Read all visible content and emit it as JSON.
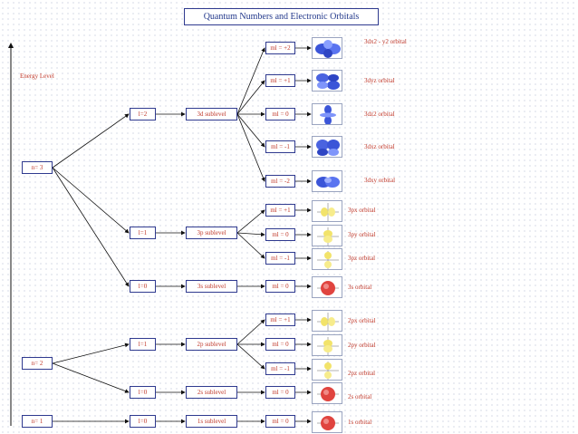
{
  "title": "Quantum Numbers and Electronic Orbitals",
  "energy_label": "Energy Level",
  "n_levels": [
    "n= 3",
    "n= 2",
    "n= 1"
  ],
  "l_boxes": [
    "l=2",
    "l=1",
    "l=0",
    "l=1",
    "l=0",
    "l=0"
  ],
  "sublevels": [
    "3d sublevel",
    "3p sublevel",
    "3s sublevel",
    "2p sublevel",
    "2s sublevel",
    "1s sublevel"
  ],
  "ml_boxes": [
    "ml = +2",
    "ml = +1",
    "ml = 0",
    "ml = -1",
    "ml = -2",
    "ml = +1",
    "ml = 0",
    "ml = -1",
    "ml = 0",
    "ml = +1",
    "ml = 0",
    "ml = -1",
    "ml = 0",
    "ml = 0"
  ],
  "orbital_labels": [
    "3dx2 - y2 orbital",
    "3dyz orbital",
    "3dz2 orbital",
    "3dxz orbital",
    "3dxy orbital",
    "3px orbital",
    "3py orbital",
    "3pz orbital",
    "3s orbital",
    "2px orbital",
    "2py orbital",
    "2pz orbital",
    "2s orbital",
    "1s orbital"
  ],
  "colors": {
    "d_orbital": "#3b55d8",
    "p_orbital": "#f2e36a",
    "s_orbital": "#e0443f",
    "text": "#c0392b",
    "border": "#2f3a8f"
  }
}
